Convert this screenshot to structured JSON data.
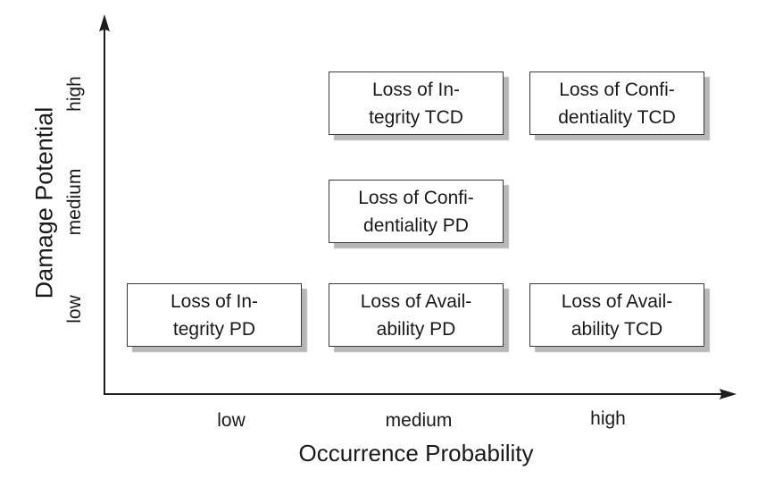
{
  "colors": {
    "background": "#ffffff",
    "axis": "#1c1c1c",
    "box_border": "#3a3a3a",
    "box_shadow": "#b7b7b7",
    "text": "#1a1a1a"
  },
  "axes": {
    "x_title": "Occurrence Probability",
    "y_title": "Damage Potential",
    "x_ticks": [
      "low",
      "medium",
      "high"
    ],
    "y_ticks": [
      "low",
      "medium",
      "high"
    ]
  },
  "chart_data": {
    "type": "scatter",
    "title": "",
    "xlabel": "Occurrence Probability",
    "ylabel": "Damage Potential",
    "x_categories": [
      "low",
      "medium",
      "high"
    ],
    "y_categories": [
      "low",
      "medium",
      "high"
    ],
    "legend": null,
    "grid": false,
    "points": [
      {
        "label": "Loss of Integrity TCD",
        "line1": "Loss of In-",
        "line2": "tegrity TCD",
        "x": "medium",
        "y": "high"
      },
      {
        "label": "Loss of Confidentiality TCD",
        "line1": "Loss of Confi-",
        "line2": "dentiality TCD",
        "x": "high",
        "y": "high"
      },
      {
        "label": "Loss of Confidentiality PD",
        "line1": "Loss of Confi-",
        "line2": "dentiality PD",
        "x": "medium",
        "y": "medium"
      },
      {
        "label": "Loss of Integrity PD",
        "line1": "Loss of In-",
        "line2": "tegrity PD",
        "x": "low",
        "y": "low"
      },
      {
        "label": "Loss of Availability PD",
        "line1": "Loss of Avail-",
        "line2": "ability PD",
        "x": "medium",
        "y": "low"
      },
      {
        "label": "Loss of Availability TCD",
        "line1": "Loss of Avail-",
        "line2": "ability TCD",
        "x": "high",
        "y": "low"
      }
    ]
  }
}
